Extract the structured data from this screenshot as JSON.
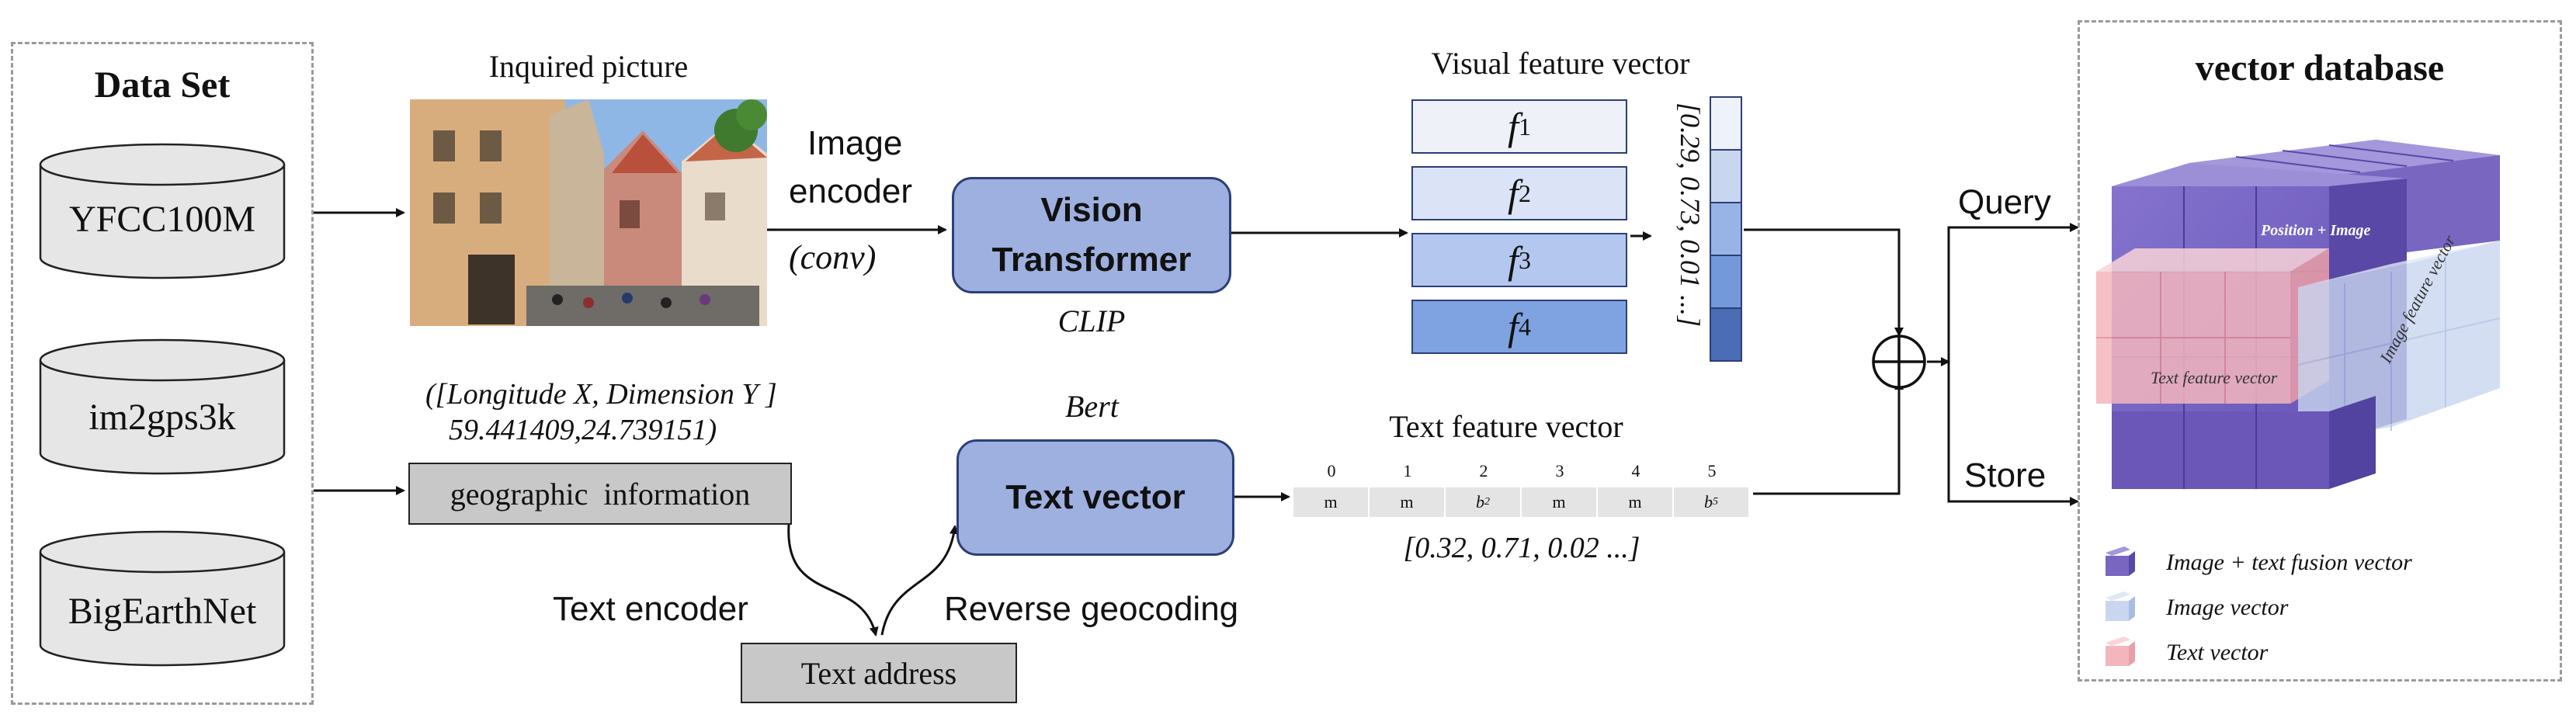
{
  "dataset": {
    "title": "Data Set",
    "items": [
      "YFCC100M",
      "im2gps3k",
      "BigEarthNet"
    ]
  },
  "image_branch": {
    "picture_caption": "Inquired picture",
    "encoder_label_line1": "Image",
    "encoder_label_line2": "encoder",
    "encoder_type": "(conv)",
    "vit_line1": "Vision",
    "vit_line2": "Transformer",
    "vit_model": "CLIP"
  },
  "visual_vector": {
    "title": "Visual feature vector",
    "features": [
      {
        "base": "f",
        "sub": "1"
      },
      {
        "base": "f",
        "sub": "2"
      },
      {
        "base": "f",
        "sub": "3"
      },
      {
        "base": "f",
        "sub": "4"
      }
    ],
    "values_text": "[0.29, 0.73, 0.01 ...]"
  },
  "text_branch": {
    "coord_line1": "([Longitude X, Dimension Y ]",
    "coord_line2": "59.441409,24.739151)",
    "geo_box": "geographic  information",
    "text_encoder": "Text encoder",
    "reverse_geocoding": "Reverse geocoding",
    "text_address": "Text address",
    "bert_label": "Bert",
    "text_vector_box": "Text vector"
  },
  "text_feature": {
    "title": "Text feature vector",
    "indices": [
      "0",
      "1",
      "2",
      "3",
      "4",
      "5"
    ],
    "tokens": [
      {
        "base": "m",
        "sub": ""
      },
      {
        "base": "m",
        "sub": ""
      },
      {
        "base": "b",
        "sub": "2"
      },
      {
        "base": "m",
        "sub": ""
      },
      {
        "base": "m",
        "sub": ""
      },
      {
        "base": "b",
        "sub": "5"
      }
    ],
    "values_text": "[0.32, 0.71, 0.02 ...]"
  },
  "fusion": {
    "query": "Query",
    "store": "Store"
  },
  "vector_db": {
    "title": "vector database",
    "cube_label_top": "Position + Image",
    "cube_label_text": "Text feature vector",
    "cube_label_image": "Image feature vector",
    "legend": [
      {
        "label": "Image + text fusion vector",
        "color": "#7866c0"
      },
      {
        "label": "Image vector",
        "color": "#c9d6ef"
      },
      {
        "label": "Text vector",
        "color": "#f4b6bd"
      }
    ]
  },
  "colors": {
    "box_blue": "#9eb0e0",
    "box_border": "#2c3f77",
    "grey_box": "#c8c8c8",
    "f1": "#eef1f7",
    "f2": "#dbe4f6",
    "f3": "#b4c8ef",
    "f4": "#7fa3e0"
  }
}
